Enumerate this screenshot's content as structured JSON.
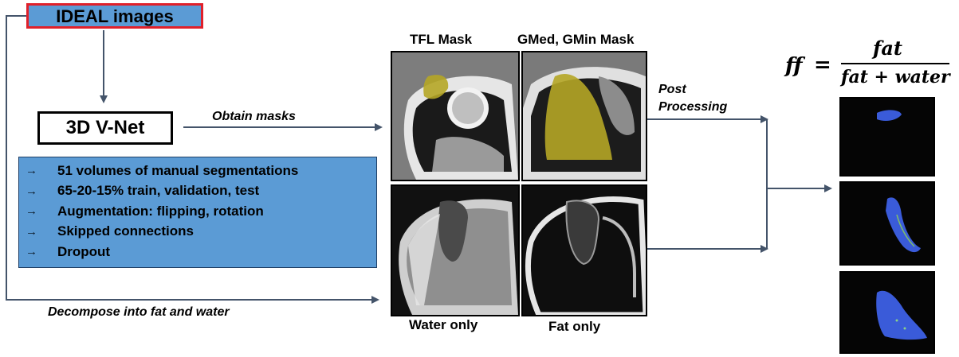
{
  "nodes": {
    "ideal": "IDEAL images",
    "vnet": "3D V-Net"
  },
  "training": {
    "bullet": "→",
    "items": [
      "51 volumes of manual segmentations",
      "65-20-15% train, validation, test",
      "Augmentation: flipping, rotation",
      "Skipped connections",
      "Dropout"
    ]
  },
  "edges": {
    "obtain_masks": "Obtain masks",
    "decompose": "Decompose into fat and water",
    "post_processing_1": "Post",
    "post_processing_2": "Processing"
  },
  "panels": {
    "tfl_mask": "TFL Mask",
    "gmed_mask": "GMed, GMin Mask",
    "water_only": "Water only",
    "fat_only": "Fat only"
  },
  "formula": {
    "lhs": "ff",
    "equals": "=",
    "numerator": "fat",
    "denominator": "fat + water"
  },
  "colors": {
    "box_fill": "#5b9bd5",
    "ideal_border": "#e0202a",
    "arrow": "#44546a",
    "mask_overlay": "#b5a626",
    "ff_map": "#3a5bd9"
  }
}
